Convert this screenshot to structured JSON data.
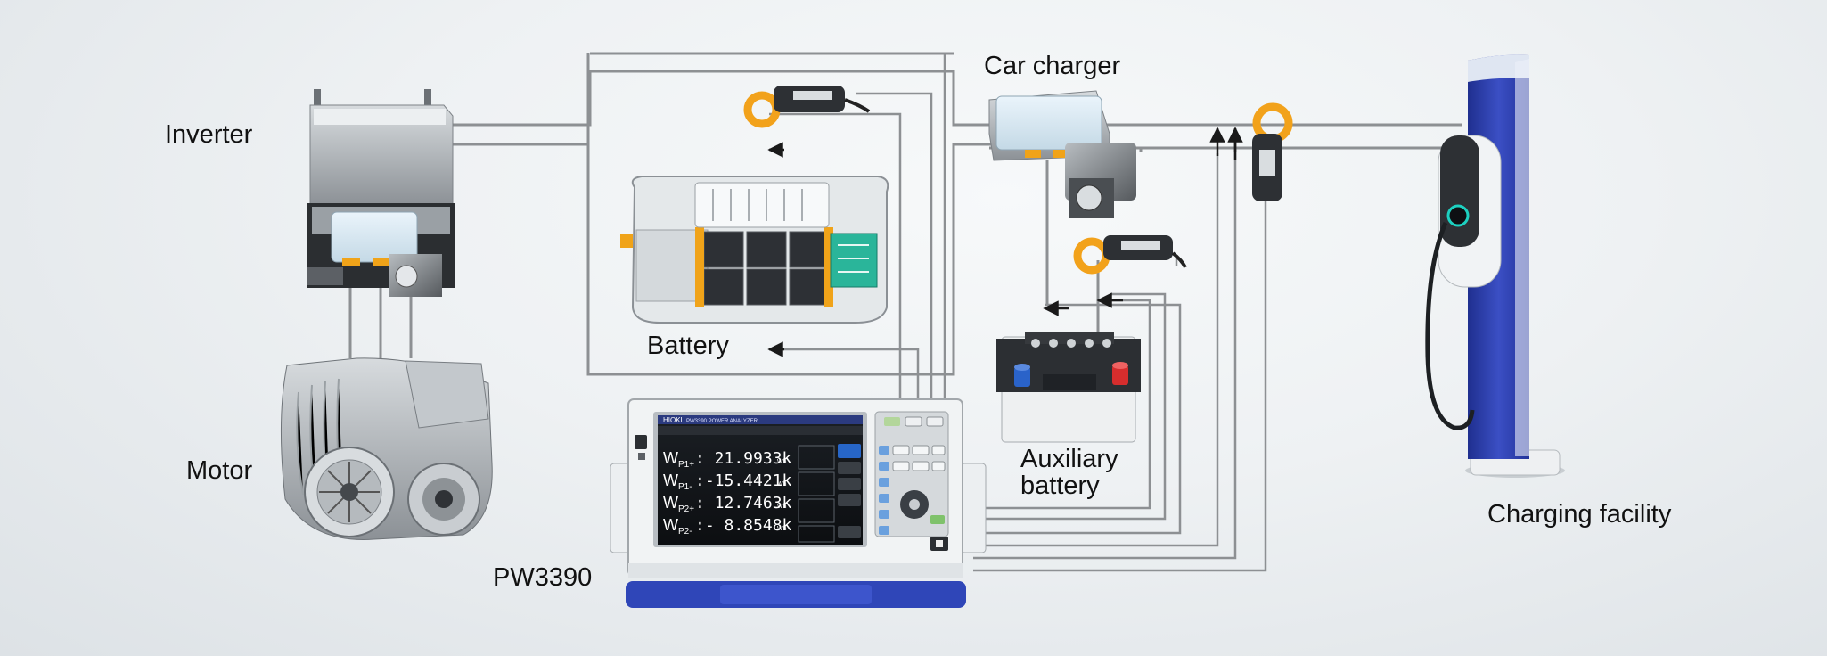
{
  "labels": {
    "inverter": "Inverter",
    "motor": "Motor",
    "battery": "Battery",
    "car_charger": "Car charger",
    "auxiliary_battery_line1": "Auxiliary",
    "auxiliary_battery_line2": "battery",
    "charging_facility": "Charging facility",
    "pw3390": "PW3390"
  },
  "analyzer": {
    "brand": "HIOKI",
    "model_title": "PW3390 POWER ANALYZER",
    "readings": [
      {
        "name": "W",
        "sub": "P1+",
        "value": ": 21.9933k",
        "unit": "Wh"
      },
      {
        "name": "W",
        "sub": "P1-",
        "value": ":-15.4421k",
        "unit": "Wh"
      },
      {
        "name": "W",
        "sub": "P2+",
        "value": ": 12.7463k",
        "unit": "Wh"
      },
      {
        "name": "W",
        "sub": "P2-",
        "value": ":- 8.8548k",
        "unit": "Wh"
      }
    ]
  },
  "colors": {
    "wire": "#8d9093",
    "arrow": "#1a1a1a",
    "clamp_orange": "#f2a21b",
    "charger_blue": "#2c3ea8",
    "battery_red": "#d62d2d",
    "battery_blue": "#2a63c9"
  }
}
